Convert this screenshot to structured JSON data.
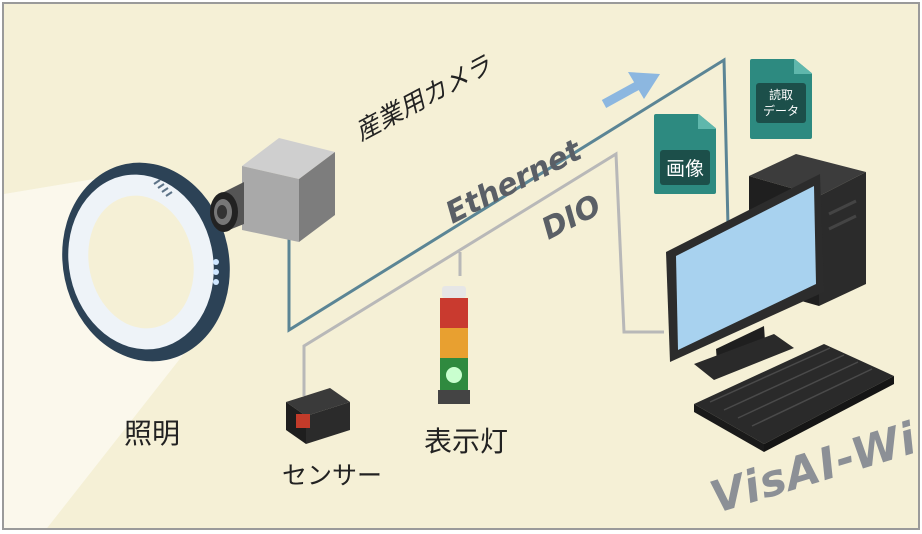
{
  "labels": {
    "camera": "産業用カメラ",
    "lighting": "照明",
    "sensor": "センサー",
    "stack_light": "表示灯",
    "ethernet": "Ethernet",
    "dio": "DIO",
    "brand": "VisAI-Win"
  },
  "documents": {
    "image": "画像",
    "read_data": "読取\nデータ"
  },
  "colors": {
    "background": "#f5f0d6",
    "ethernet_line": "#5b8595",
    "dio_line": "#b8b8b8",
    "arrow": "#8cb7e0",
    "document": "#2d8a80"
  },
  "icons": [
    "ring-light-icon",
    "camera-icon",
    "sensor-icon",
    "stack-light-icon",
    "monitor-icon",
    "pc-tower-icon",
    "keyboard-icon",
    "arrow-icon"
  ]
}
